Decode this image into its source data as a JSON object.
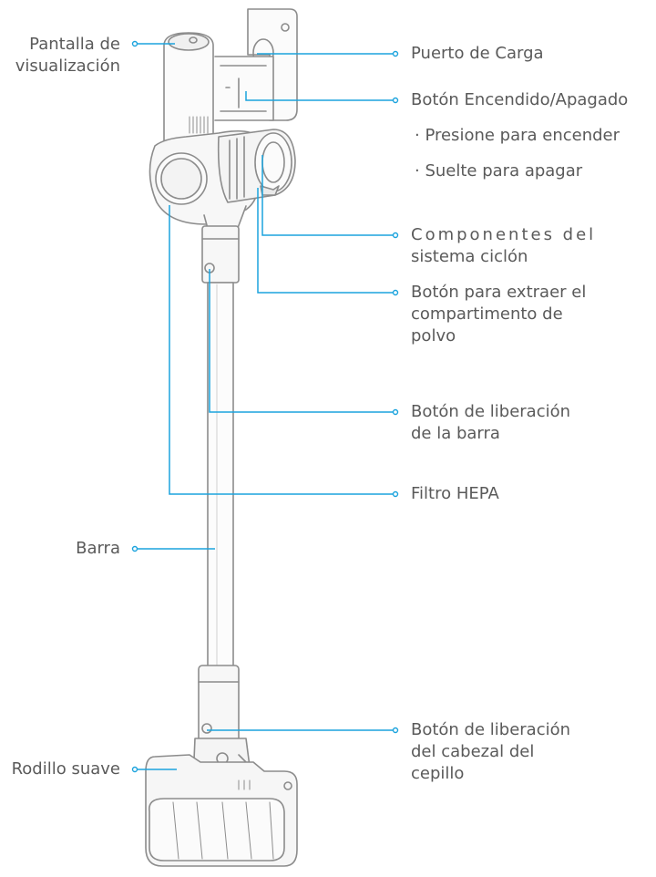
{
  "accent_color": "#1ba3dd",
  "outline_color": "#8c8c8c",
  "labels": {
    "display": [
      "Pantalla de",
      "visualización"
    ],
    "charging_port": "Puerto de Carga",
    "power_button": "Botón Encendido/Apagado",
    "power_on_note": "· Presione para encender",
    "power_off_note": "· Suelte para apagar",
    "cyclone": [
      "Componentes del",
      "sistema ciclón"
    ],
    "dust_bin_button": [
      "Botón para extraer el",
      "compartimento de",
      "polvo"
    ],
    "wand_release": [
      "Botón de liberación",
      "de la barra"
    ],
    "hepa": "Filtro HEPA",
    "wand": "Barra",
    "brush_head_release": [
      "Botón de liberación",
      "del cabezal del",
      "cepillo"
    ],
    "soft_roller": "Rodillo suave"
  }
}
